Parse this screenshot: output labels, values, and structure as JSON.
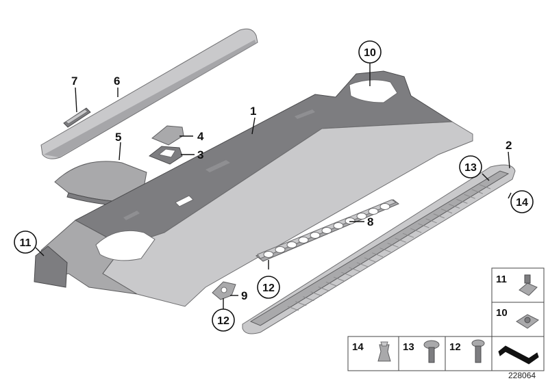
{
  "callouts": {
    "c1": "1",
    "c2": "2",
    "c3": "3",
    "c4": "4",
    "c5": "5",
    "c6": "6",
    "c7": "7",
    "c8": "8",
    "c9": "9"
  },
  "circled": {
    "c10": "10",
    "c11": "11",
    "c12a": "12",
    "c12b": "12",
    "c13": "13",
    "c14": "14"
  },
  "legend": {
    "l11": "11",
    "l10": "10",
    "l14": "14",
    "l13": "13",
    "l12": "12"
  },
  "doc_number": "228064"
}
